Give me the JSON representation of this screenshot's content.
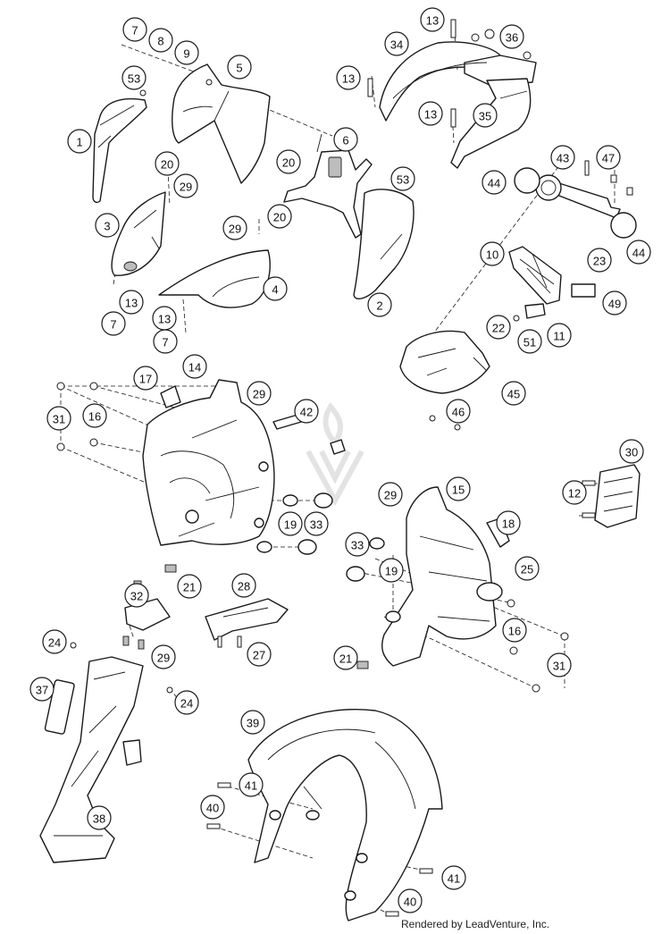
{
  "diagram": {
    "credit": "Rendered by LeadVenture, Inc.",
    "callouts": [
      {
        "id": "c7a",
        "label": "7"
      },
      {
        "id": "c8",
        "label": "8"
      },
      {
        "id": "c9",
        "label": "9"
      },
      {
        "id": "c5",
        "label": "5"
      },
      {
        "id": "c53a",
        "label": "53"
      },
      {
        "id": "c1",
        "label": "1"
      },
      {
        "id": "c20a",
        "label": "20"
      },
      {
        "id": "c29a",
        "label": "29"
      },
      {
        "id": "c3",
        "label": "3"
      },
      {
        "id": "c13a",
        "label": "13"
      },
      {
        "id": "c7b",
        "label": "7"
      },
      {
        "id": "c29b",
        "label": "29"
      },
      {
        "id": "c20b",
        "label": "20"
      },
      {
        "id": "c4",
        "label": "4"
      },
      {
        "id": "c13b",
        "label": "13"
      },
      {
        "id": "c7c",
        "label": "7"
      },
      {
        "id": "c6",
        "label": "6"
      },
      {
        "id": "c20c",
        "label": "20"
      },
      {
        "id": "c53b",
        "label": "53"
      },
      {
        "id": "c2",
        "label": "2"
      },
      {
        "id": "c13c",
        "label": "13"
      },
      {
        "id": "c34",
        "label": "34"
      },
      {
        "id": "c36",
        "label": "36"
      },
      {
        "id": "c13d",
        "label": "13"
      },
      {
        "id": "c13e",
        "label": "13"
      },
      {
        "id": "c35",
        "label": "35"
      },
      {
        "id": "c43",
        "label": "43"
      },
      {
        "id": "c47",
        "label": "47"
      },
      {
        "id": "c44a",
        "label": "44"
      },
      {
        "id": "c44b",
        "label": "44"
      },
      {
        "id": "c10",
        "label": "10"
      },
      {
        "id": "c23",
        "label": "23"
      },
      {
        "id": "c49",
        "label": "49"
      },
      {
        "id": "c22",
        "label": "22"
      },
      {
        "id": "c51",
        "label": "51"
      },
      {
        "id": "c11",
        "label": "11"
      },
      {
        "id": "c45",
        "label": "45"
      },
      {
        "id": "c46",
        "label": "46"
      },
      {
        "id": "c17",
        "label": "17"
      },
      {
        "id": "c14",
        "label": "14"
      },
      {
        "id": "c29c",
        "label": "29"
      },
      {
        "id": "c42",
        "label": "42"
      },
      {
        "id": "c31a",
        "label": "31"
      },
      {
        "id": "c16a",
        "label": "16"
      },
      {
        "id": "c30",
        "label": "30"
      },
      {
        "id": "c12",
        "label": "12"
      },
      {
        "id": "c29d",
        "label": "29"
      },
      {
        "id": "c15",
        "label": "15"
      },
      {
        "id": "c18",
        "label": "18"
      },
      {
        "id": "c19a",
        "label": "19"
      },
      {
        "id": "c33a",
        "label": "33"
      },
      {
        "id": "c33b",
        "label": "33"
      },
      {
        "id": "c19b",
        "label": "19"
      },
      {
        "id": "c25",
        "label": "25"
      },
      {
        "id": "c21a",
        "label": "21"
      },
      {
        "id": "c32",
        "label": "32"
      },
      {
        "id": "c28",
        "label": "28"
      },
      {
        "id": "c16b",
        "label": "16"
      },
      {
        "id": "c24a",
        "label": "24"
      },
      {
        "id": "c29e",
        "label": "29"
      },
      {
        "id": "c27",
        "label": "27"
      },
      {
        "id": "c21b",
        "label": "21"
      },
      {
        "id": "c31b",
        "label": "31"
      },
      {
        "id": "c37",
        "label": "37"
      },
      {
        "id": "c24b",
        "label": "24"
      },
      {
        "id": "c39",
        "label": "39"
      },
      {
        "id": "c41a",
        "label": "41"
      },
      {
        "id": "c40a",
        "label": "40"
      },
      {
        "id": "c38",
        "label": "38"
      },
      {
        "id": "c41b",
        "label": "41"
      },
      {
        "id": "c40b",
        "label": "40"
      }
    ]
  }
}
